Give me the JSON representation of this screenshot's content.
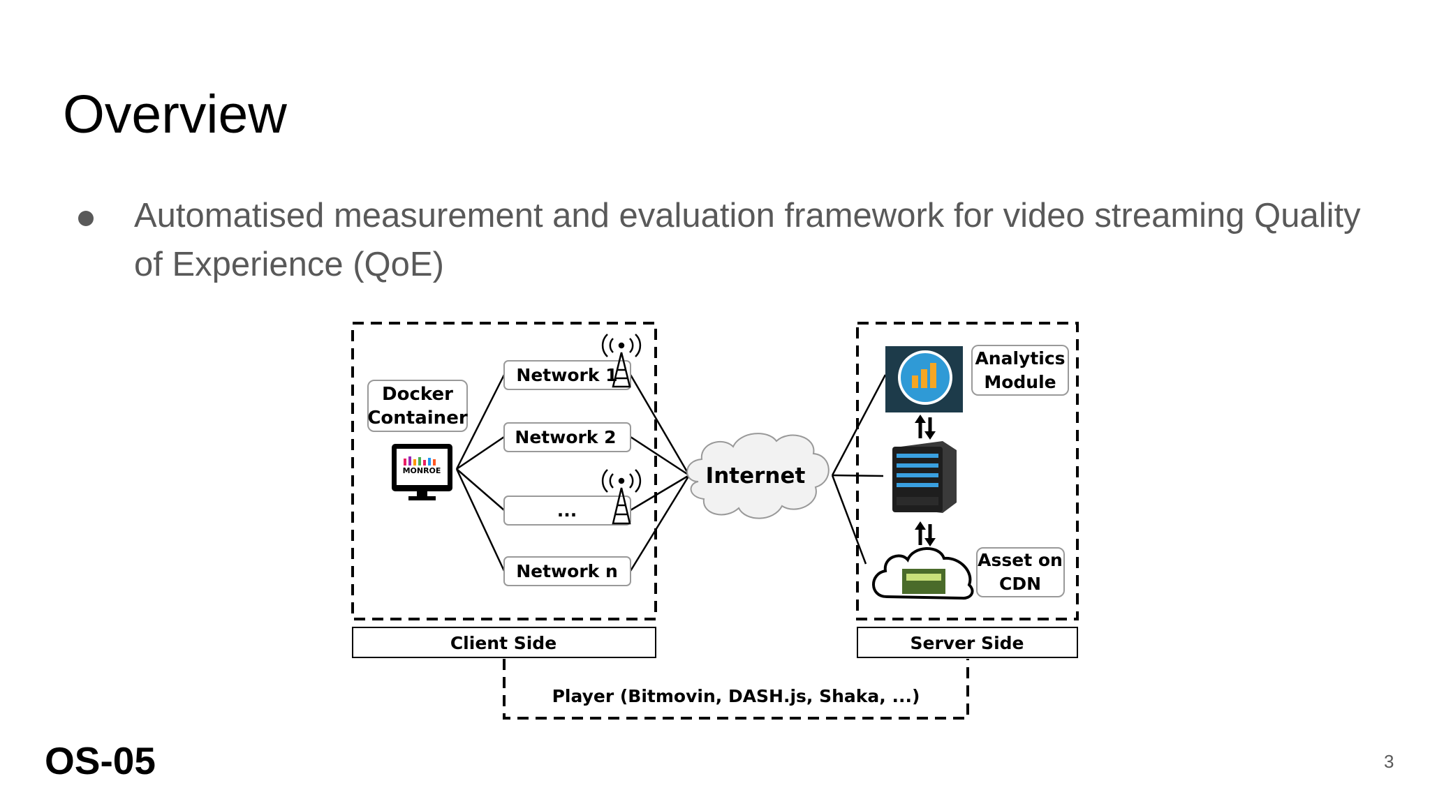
{
  "slide": {
    "title": "Overview",
    "bullet": "Automatised measurement and evaluation framework for video streaming Quality of Experience (QoE)",
    "footer_code": "OS-05",
    "page_number": "3"
  },
  "diagram": {
    "client": {
      "docker_label_line1": "Docker",
      "docker_label_line2": "Container",
      "monitor_brand": "MONROE",
      "networks": [
        "Network 1",
        "Network 2",
        "...",
        "Network n"
      ],
      "label": "Client Side"
    },
    "internet_label": "Internet",
    "server": {
      "analytics_line1": "Analytics",
      "analytics_line2": "Module",
      "cdn_line1": "Asset on",
      "cdn_line2": "CDN",
      "label": "Server Side"
    },
    "player_label": "Player (Bitmovin, DASH.js, Shaka, ...)",
    "colors": {
      "analytics_bg": "#1d3b4a",
      "analytics_circle": "#2f9ad6",
      "analytics_bars": "#f5a623"
    }
  }
}
